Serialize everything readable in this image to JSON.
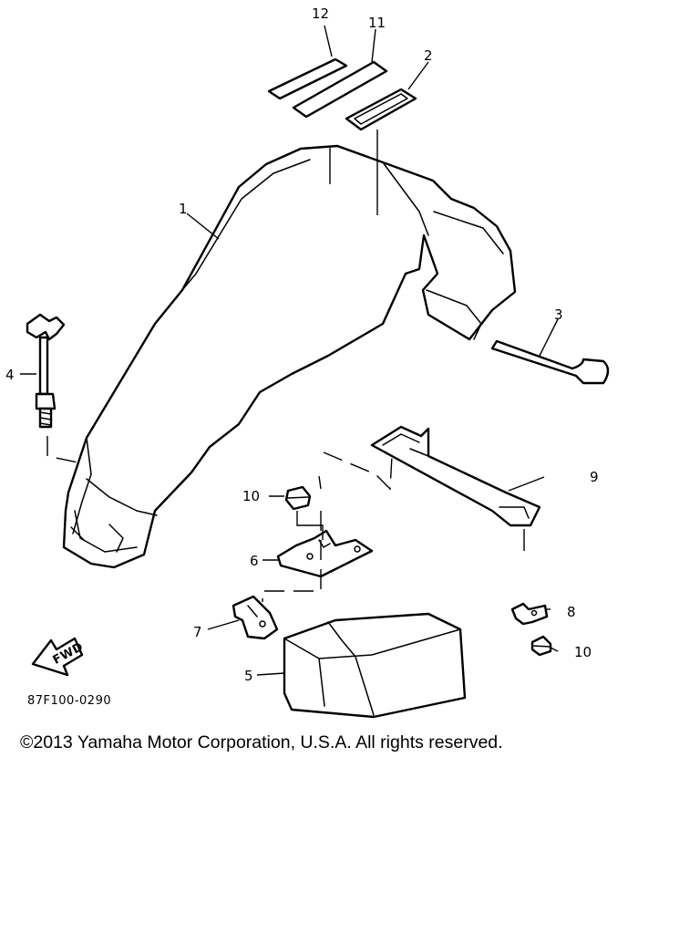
{
  "diagram": {
    "callouts": [
      {
        "id": "12",
        "text": "12"
      },
      {
        "id": "11",
        "text": "11"
      },
      {
        "id": "2",
        "text": "2"
      },
      {
        "id": "1",
        "text": "1"
      },
      {
        "id": "3",
        "text": "3"
      },
      {
        "id": "4",
        "text": "4"
      },
      {
        "id": "9",
        "text": "9"
      },
      {
        "id": "10a",
        "text": "10"
      },
      {
        "id": "6",
        "text": "6"
      },
      {
        "id": "8",
        "text": "8"
      },
      {
        "id": "7",
        "text": "7"
      },
      {
        "id": "10b",
        "text": "10"
      },
      {
        "id": "5",
        "text": "5"
      }
    ],
    "fwd_label": "FWD",
    "drawing_code": "87F100-0290"
  },
  "footer": {
    "copyright": "©2013 Yamaha Motor Corporation, U.S.A. All rights reserved."
  }
}
